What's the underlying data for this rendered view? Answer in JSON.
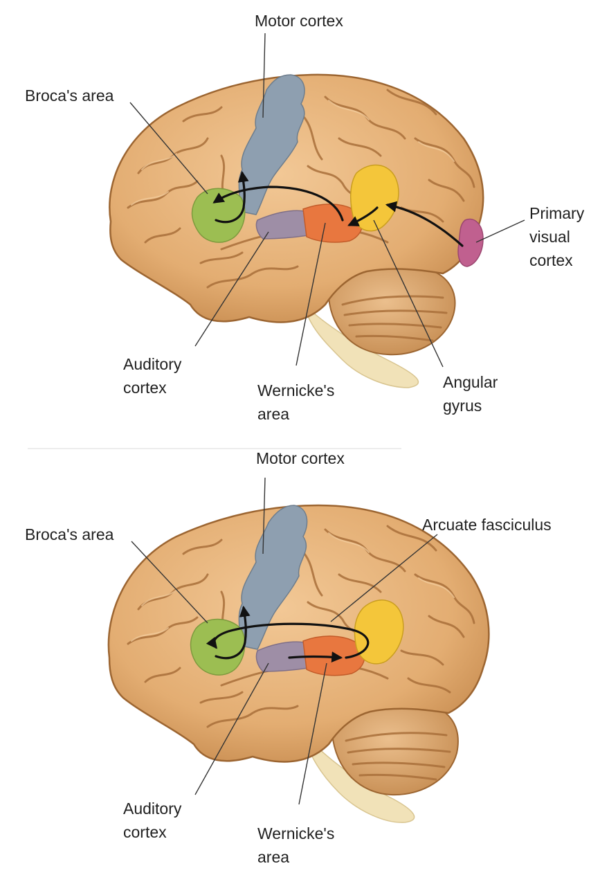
{
  "panels": [
    {
      "labels": {
        "motor_cortex": "Motor cortex",
        "brocas_area": "Broca's area",
        "primary_visual_cortex": [
          "Primary",
          "visual",
          "cortex"
        ],
        "auditory_cortex": [
          "Auditory",
          "cortex"
        ],
        "wernickes_area": [
          "Wernicke's",
          "area"
        ],
        "angular_gyrus": [
          "Angular",
          "gyrus"
        ]
      }
    },
    {
      "labels": {
        "motor_cortex": "Motor cortex",
        "brocas_area": "Broca's area",
        "arcuate_fasciculus": "Arcuate fasciculus",
        "auditory_cortex": [
          "Auditory",
          "cortex"
        ],
        "wernickes_area": [
          "Wernicke's",
          "area"
        ]
      }
    }
  ],
  "colors": {
    "brain": "#e7b47c",
    "brain_outline": "#9c6531",
    "cerebellum": "#d9a56c",
    "brainstem": "#f1e2b8",
    "motor_cortex": "#8e9fb0",
    "brocas_area": "#9cbe52",
    "auditory_cortex": "#9e8ea6",
    "wernickes_area": "#e8773f",
    "angular_gyrus": "#f4c63a",
    "primary_visual_cortex": "#c0608f",
    "arrow": "#111111"
  }
}
